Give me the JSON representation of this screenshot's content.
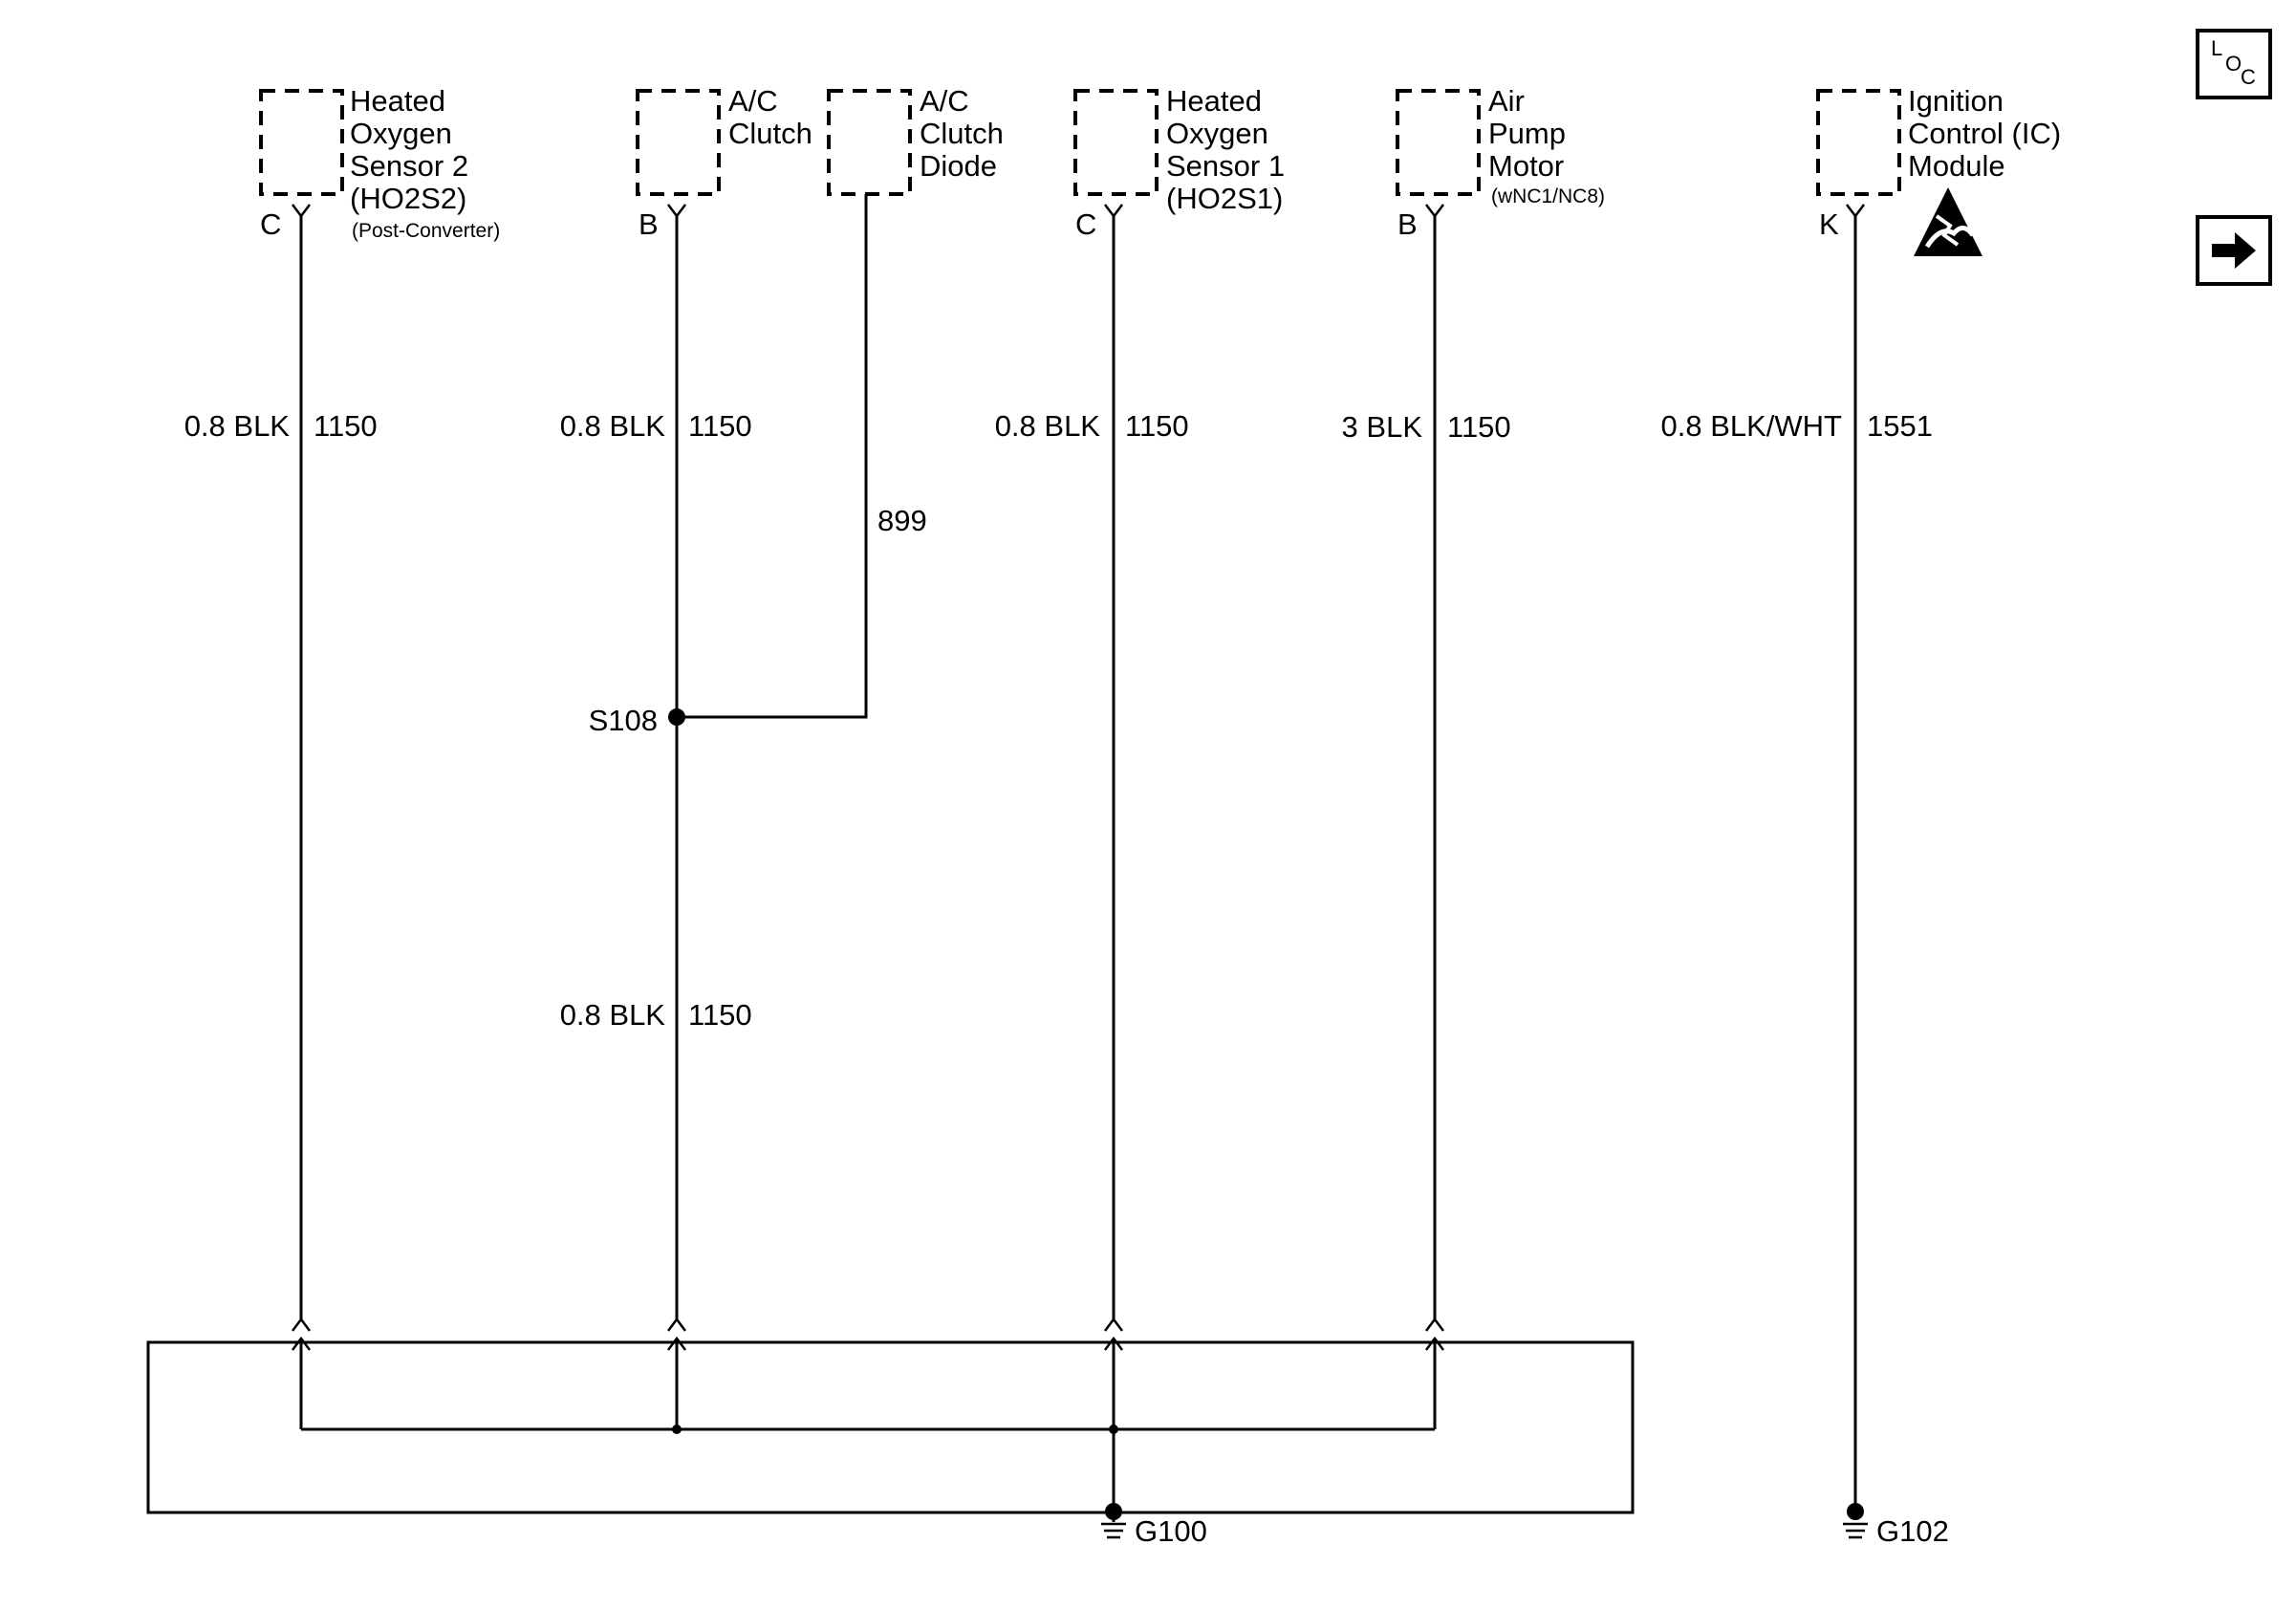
{
  "components": {
    "ho2s2": {
      "lines": [
        "Heated",
        "Oxygen",
        "Sensor 2",
        "(HO2S2)"
      ],
      "note": "(Post-Converter)",
      "pin": "C"
    },
    "ac_clutch": {
      "lines": [
        "A/C",
        "Clutch"
      ],
      "pin": "B"
    },
    "ac_diode": {
      "lines": [
        "A/C",
        "Clutch",
        "Diode"
      ]
    },
    "ho2s1": {
      "lines": [
        "Heated",
        "Oxygen",
        "Sensor 1",
        "(HO2S1)"
      ],
      "pin": "C"
    },
    "air_pump": {
      "lines": [
        "Air",
        "Pump",
        "Motor"
      ],
      "note": "(wNC1/NC8)",
      "pin": "B"
    },
    "icm": {
      "lines": [
        "Ignition",
        "Control (IC)",
        "Module"
      ],
      "pin": "K"
    }
  },
  "wires": {
    "ho2s2": {
      "spec": "0.8 BLK",
      "circuit": "1150"
    },
    "ac_clutch_upper": {
      "spec": "0.8 BLK",
      "circuit": "1150"
    },
    "ac_diode": {
      "circuit": "899"
    },
    "ac_clutch_lower": {
      "spec": "0.8 BLK",
      "circuit": "1150"
    },
    "ho2s1": {
      "spec": "0.8 BLK",
      "circuit": "1150"
    },
    "air_pump": {
      "spec": "3 BLK",
      "circuit": "1150"
    },
    "icm": {
      "spec": "0.8 BLK/WHT",
      "circuit": "1551"
    }
  },
  "splice": "S108",
  "grounds": {
    "g100": "G100",
    "g102": "G102"
  },
  "nav": {
    "loc_icon": {
      "l": "L",
      "o": "O",
      "c": "C"
    },
    "next_icon": "arrow-right-icon"
  }
}
